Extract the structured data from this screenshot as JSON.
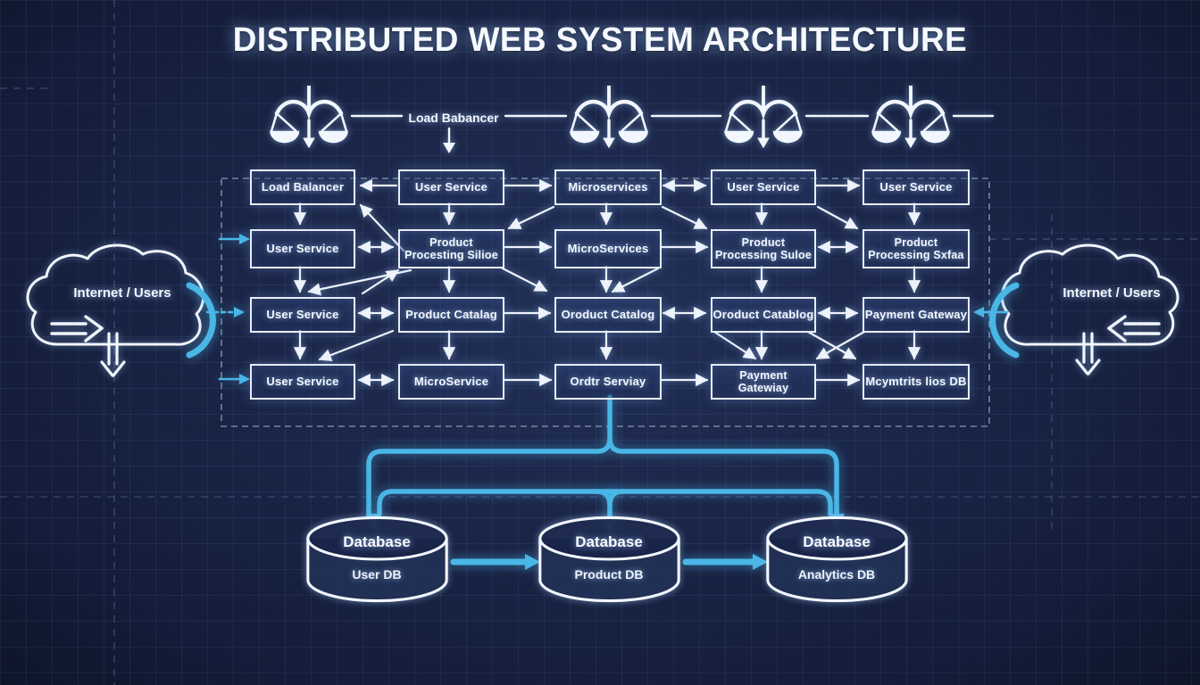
{
  "title": "DISTRIBUTED WEB SYSTEM ARCHITECTURE",
  "colors": {
    "background": "#18223f",
    "grid_line": "#2a3a63",
    "accent_cyan": "#49b6e6",
    "line_white": "#eef3fb"
  },
  "load_balancer_row": {
    "label": "Load Babancer",
    "icon": "balance-scale-icon",
    "icon_count": 4
  },
  "clouds": {
    "left": {
      "label": "Internet / Users",
      "icon": "cloud-icon"
    },
    "right": {
      "label": "Internet / Users",
      "icon": "cloud-icon"
    }
  },
  "grid": {
    "rows": [
      {
        "boxes": [
          {
            "label": "Load Balancer"
          },
          {
            "label": "User Service"
          },
          {
            "label": "Microservices"
          },
          {
            "label": "User Service"
          },
          {
            "label": "User Service"
          }
        ]
      },
      {
        "boxes": [
          {
            "label": "User Service"
          },
          {
            "label": "Product\nProcesting Silioe"
          },
          {
            "label": "MicroServices"
          },
          {
            "label": "Product\nProcessing Suloe"
          },
          {
            "label": "Product\nProcessing Sxfaa"
          }
        ]
      },
      {
        "boxes": [
          {
            "label": "User Service"
          },
          {
            "label": "Product Catalag"
          },
          {
            "label": "Oroduct Catalog"
          },
          {
            "label": "Oroduct Catablog"
          },
          {
            "label": "Payment Gateway"
          }
        ]
      },
      {
        "boxes": [
          {
            "label": "User Service"
          },
          {
            "label": "MicroService"
          },
          {
            "label": "Ordtr Serviay"
          },
          {
            "label": "Payment\nGatewiay"
          },
          {
            "label": "Mcymtrits lios DB"
          }
        ]
      }
    ]
  },
  "databases": [
    {
      "title": "Database",
      "sublabel": "User DB",
      "icon": "database-cylinder-icon"
    },
    {
      "title": "Database",
      "sublabel": "Product DB",
      "icon": "database-cylinder-icon"
    },
    {
      "title": "Database",
      "sublabel": "Analytics DB",
      "icon": "database-cylinder-icon"
    }
  ]
}
